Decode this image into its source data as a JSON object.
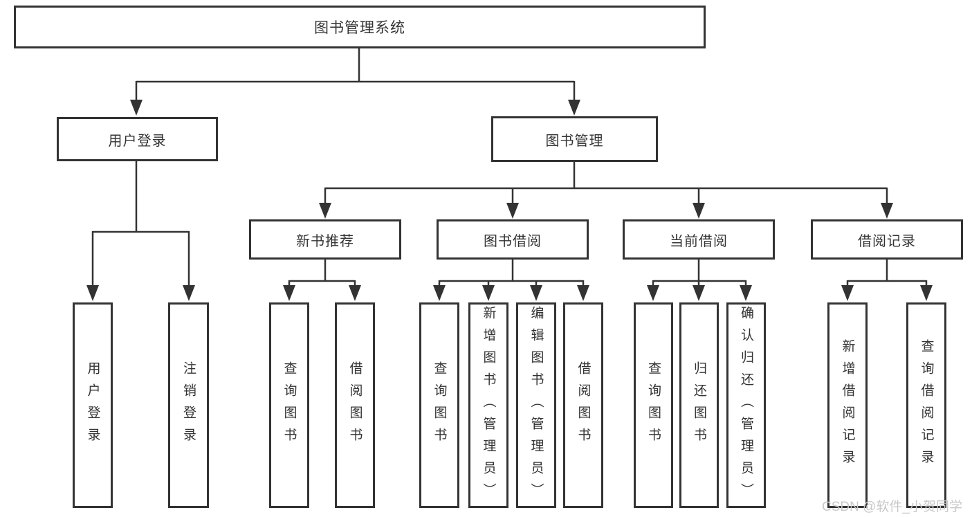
{
  "diagram": {
    "title": "图书管理系统",
    "level2": {
      "user_login": {
        "label": "用户登录",
        "children": {
          "login": "用户登录",
          "logout": "注销登录"
        }
      },
      "book_management": {
        "label": "图书管理",
        "modules": {
          "new_book_recommend": {
            "label": "新书推荐",
            "children": {
              "query_book": "查询图书",
              "borrow_book": "借阅图书"
            }
          },
          "book_borrow": {
            "label": "图书借阅",
            "children": {
              "query_book": "查询图书",
              "add_book": "新增图书（管理员）",
              "edit_book": "编辑图书（管理员）",
              "borrow_book": "借阅图书"
            }
          },
          "current_borrow": {
            "label": "当前借阅",
            "children": {
              "query_book": "查询图书",
              "return_book": "归还图书",
              "confirm_return": "确认归还（管理员）"
            }
          },
          "borrow_record": {
            "label": "借阅记录",
            "children": {
              "add_record": "新增借阅记录",
              "query_record": "查询借阅记录"
            }
          }
        }
      }
    }
  },
  "watermark": {
    "text": "CSDN @软件_小贺同学"
  },
  "colors": {
    "line": "#333333",
    "text": "#333333",
    "box_background": "#ffffff",
    "watermark": "#c8c8c8"
  }
}
